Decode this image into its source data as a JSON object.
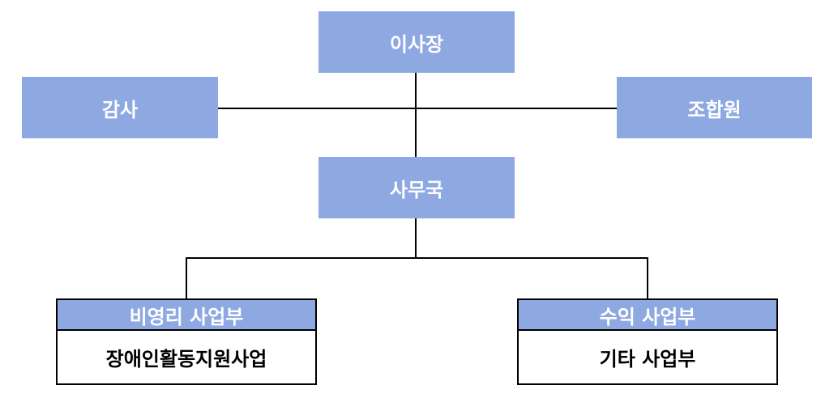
{
  "chairman": {
    "label": "이사장"
  },
  "auditor": {
    "label": "감사"
  },
  "members": {
    "label": "조합원"
  },
  "secretariat": {
    "label": "사무국"
  },
  "departments": [
    {
      "title": "비영리 사업부",
      "item": "장애인활동지원사업"
    },
    {
      "title": "수익 사업부",
      "item": "기타 사업부"
    }
  ],
  "colors": {
    "box_fill": "#8ea8e2",
    "line": "#000000",
    "text_on_box": "#ffffff"
  }
}
